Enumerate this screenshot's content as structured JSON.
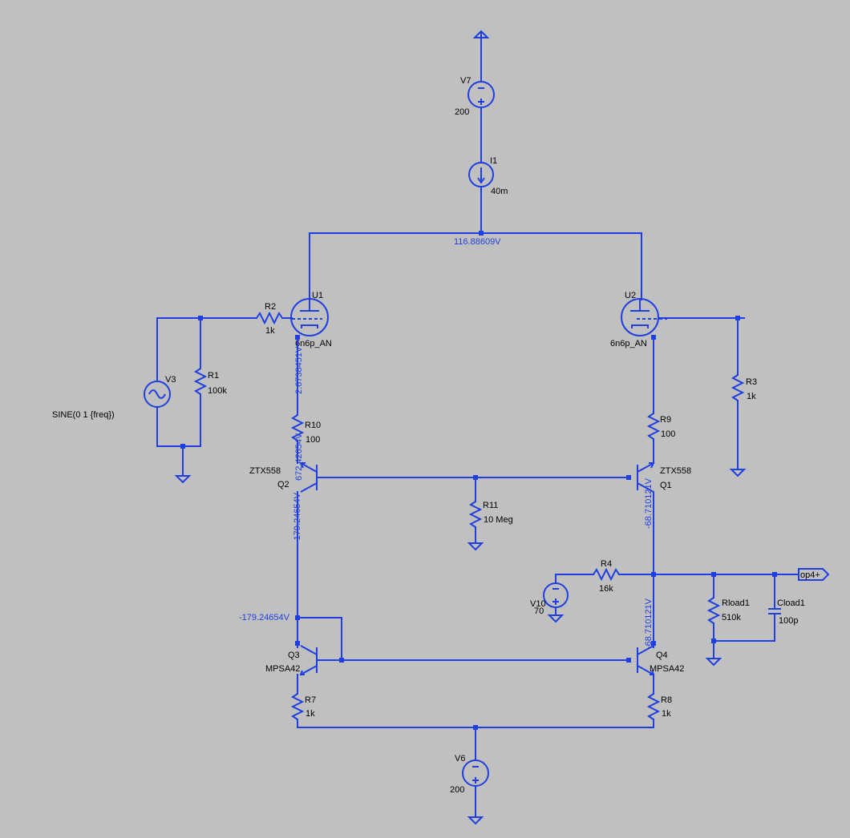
{
  "colors": {
    "background": "#c0c0c0",
    "wire": "#1f3fe0",
    "text": "#000000",
    "annotation": "#1f3fe0"
  },
  "components": {
    "V7": {
      "name": "V7",
      "value": "200"
    },
    "I1": {
      "name": "I1",
      "value": "40m"
    },
    "U1": {
      "name": "U1",
      "model": "6n6p_AN"
    },
    "U2": {
      "name": "U2",
      "model": "6n6p_AN"
    },
    "R2": {
      "name": "R2",
      "value": "1k"
    },
    "R1": {
      "name": "R1",
      "value": "100k"
    },
    "V3": {
      "name": "V3",
      "value": "SINE(0 1 {freq})"
    },
    "R3": {
      "name": "R3",
      "value": "1k"
    },
    "R10": {
      "name": "R10",
      "value": "100"
    },
    "R9": {
      "name": "R9",
      "value": "100"
    },
    "Q2": {
      "name": "Q2",
      "model": "ZTX558"
    },
    "Q1": {
      "name": "Q1",
      "model": "ZTX558"
    },
    "R11": {
      "name": "R11",
      "value": "10 Meg"
    },
    "R4": {
      "name": "R4",
      "value": "16k"
    },
    "V10": {
      "name": "V10",
      "value": "70"
    },
    "Rload1": {
      "name": "Rload1",
      "value": "510k"
    },
    "Cload1": {
      "name": "Cload1",
      "value": "100p"
    },
    "Q3": {
      "name": "Q3",
      "model": "MPSA42"
    },
    "Q4": {
      "name": "Q4",
      "model": "MPSA42"
    },
    "R7": {
      "name": "R7",
      "value": "1k"
    },
    "R8": {
      "name": "R8",
      "value": "1k"
    },
    "V6": {
      "name": "V6",
      "value": "200"
    }
  },
  "port": {
    "label": "op4+"
  },
  "voltages": {
    "top_node": "116.88609V",
    "u1_cathode": "2.6738451V",
    "q2_emitter": "672.42654V",
    "q2_collector": "-179.24654V",
    "q3_node": "-179.24654V",
    "q1_collector": "-68.710121V",
    "q4_collector": "-68.710121V"
  }
}
